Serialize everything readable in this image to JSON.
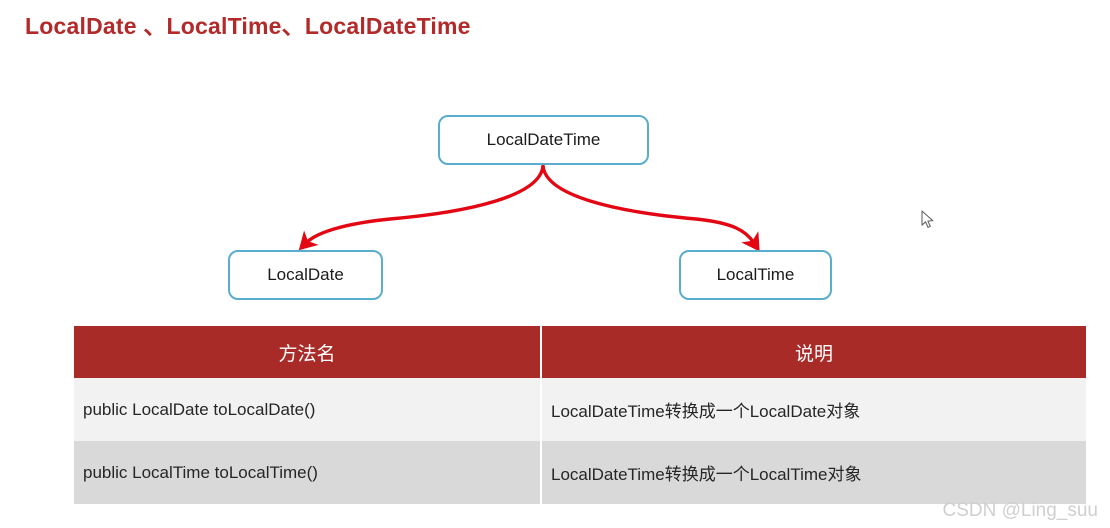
{
  "page": {
    "title": "LocalDate 、LocalTime、LocalDateTime"
  },
  "diagram": {
    "parent": {
      "label": "LocalDateTime"
    },
    "children": [
      {
        "label": "LocalDate"
      },
      {
        "label": "LocalTime"
      }
    ],
    "node_border_color": "#5badcd",
    "arrow_color": "#e30613"
  },
  "table": {
    "headers": {
      "method": "方法名",
      "description": "说明"
    },
    "header_bg": "#a82b28",
    "rows": [
      {
        "method": "public LocalDate toLocalDate()",
        "description": "LocalDateTime转换成一个LocalDate对象"
      },
      {
        "method": "public LocalTime toLocalTime()",
        "description": "LocalDateTime转换成一个LocalTime对象"
      }
    ]
  },
  "watermark": {
    "text": "CSDN @Ling_suu"
  },
  "cursor": {
    "icon": "mouse-pointer-icon"
  }
}
